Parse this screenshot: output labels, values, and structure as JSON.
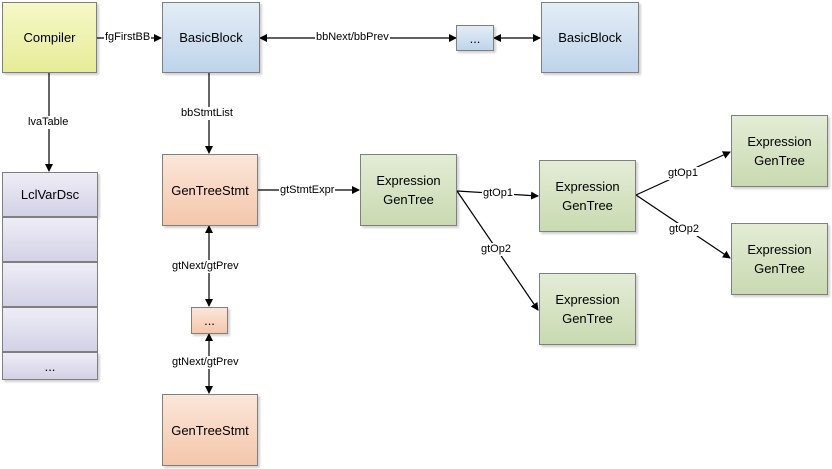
{
  "nodes": {
    "compiler": "Compiler",
    "basic_block_1": "BasicBlock",
    "ellipsis_top": "...",
    "basic_block_2": "BasicBlock",
    "lcl_var_dsc": "LclVarDsc",
    "lcl_var_ellipsis": "...",
    "gentree_stmt_1": "GenTreeStmt",
    "stmt_ellipsis": "...",
    "gentree_stmt_2": "GenTreeStmt",
    "expr_root": "Expression\nGenTree",
    "expr_op1": "Expression\nGenTree",
    "expr_op2": "Expression\nGenTree",
    "expr_op1_op1": "Expression\nGenTree",
    "expr_op1_op2": "Expression\nGenTree"
  },
  "edges": {
    "fg_first_bb": "fgFirstBB",
    "bb_next_prev": "bbNext/bbPrev",
    "lva_table": "lvaTable",
    "bb_stmt_list": "bbStmtList",
    "gt_stmt_expr": "gtStmtExpr",
    "gt_next_prev_1": "gtNext/gtPrev",
    "gt_next_prev_2": "gtNext/gtPrev",
    "gt_op1_a": "gtOp1",
    "gt_op2_a": "gtOp2",
    "gt_op1_b": "gtOp1",
    "gt_op2_b": "gtOp2"
  }
}
